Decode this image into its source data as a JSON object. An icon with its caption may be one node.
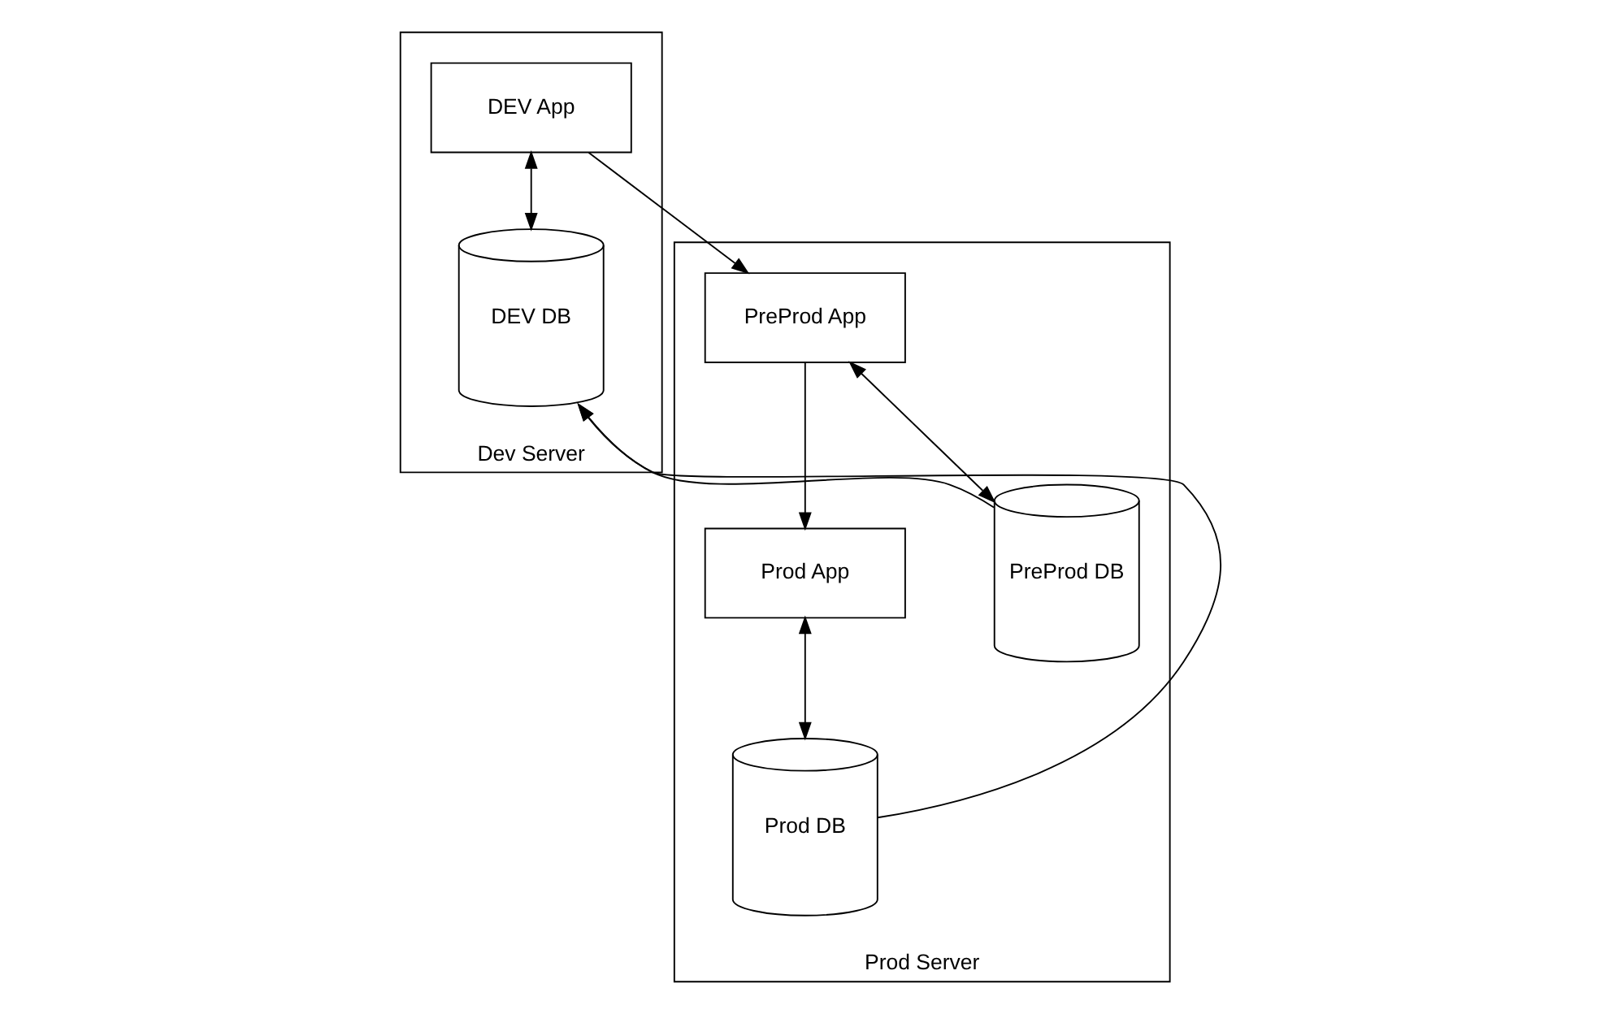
{
  "diagram": {
    "nodes": [
      {
        "text": [
          "Dev Server"
        ]
      },
      {
        "text": [
          "DEV App"
        ],
        "in": 0
      },
      {
        "text": [
          "DEV DB"
        ],
        "in": 0
      },
      {
        "text": [
          "Prod Server"
        ]
      },
      {
        "text": [
          "PreProd App"
        ],
        "in": 3
      },
      {
        "text": [
          "Prod App"
        ],
        "in": 3
      },
      {
        "text": [
          "PreProd DB"
        ],
        "in": 3
      },
      {
        "text": [
          "Prod DB"
        ],
        "in": 3
      }
    ],
    "edges": [
      {
        "from": 1,
        "to": 4,
        "arrow": "to"
      },
      {
        "from": 4,
        "to": 5,
        "arrow": "to"
      },
      {
        "from": 1,
        "to": 2,
        "arrow": "both"
      },
      {
        "from": 4,
        "to": 6,
        "arrow": "both"
      },
      {
        "from": 5,
        "to": 7,
        "arrow": "both"
      },
      {
        "from": 6,
        "to": 2,
        "arrow": "to"
      },
      {
        "from": 7,
        "to": 2,
        "arrow": "to"
      }
    ]
  }
}
